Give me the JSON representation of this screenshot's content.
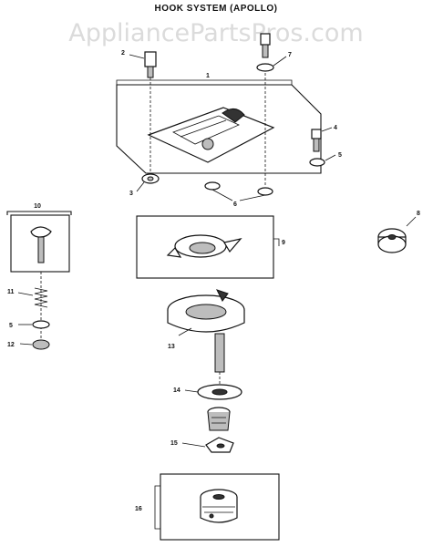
{
  "title": "HOOK SYSTEM (APOLLO)",
  "watermark": "AppliancePartsPros.com",
  "callouts": {
    "c1": "1",
    "c2": "2",
    "c3": "3",
    "c4": "4",
    "c5": "5",
    "c6": "6",
    "c7": "7",
    "c8": "8",
    "c9": "9",
    "c10": "10",
    "c11": "11",
    "c5b": "5",
    "c12": "12",
    "c13": "13",
    "c14": "14",
    "c15": "15",
    "c16": "16"
  }
}
